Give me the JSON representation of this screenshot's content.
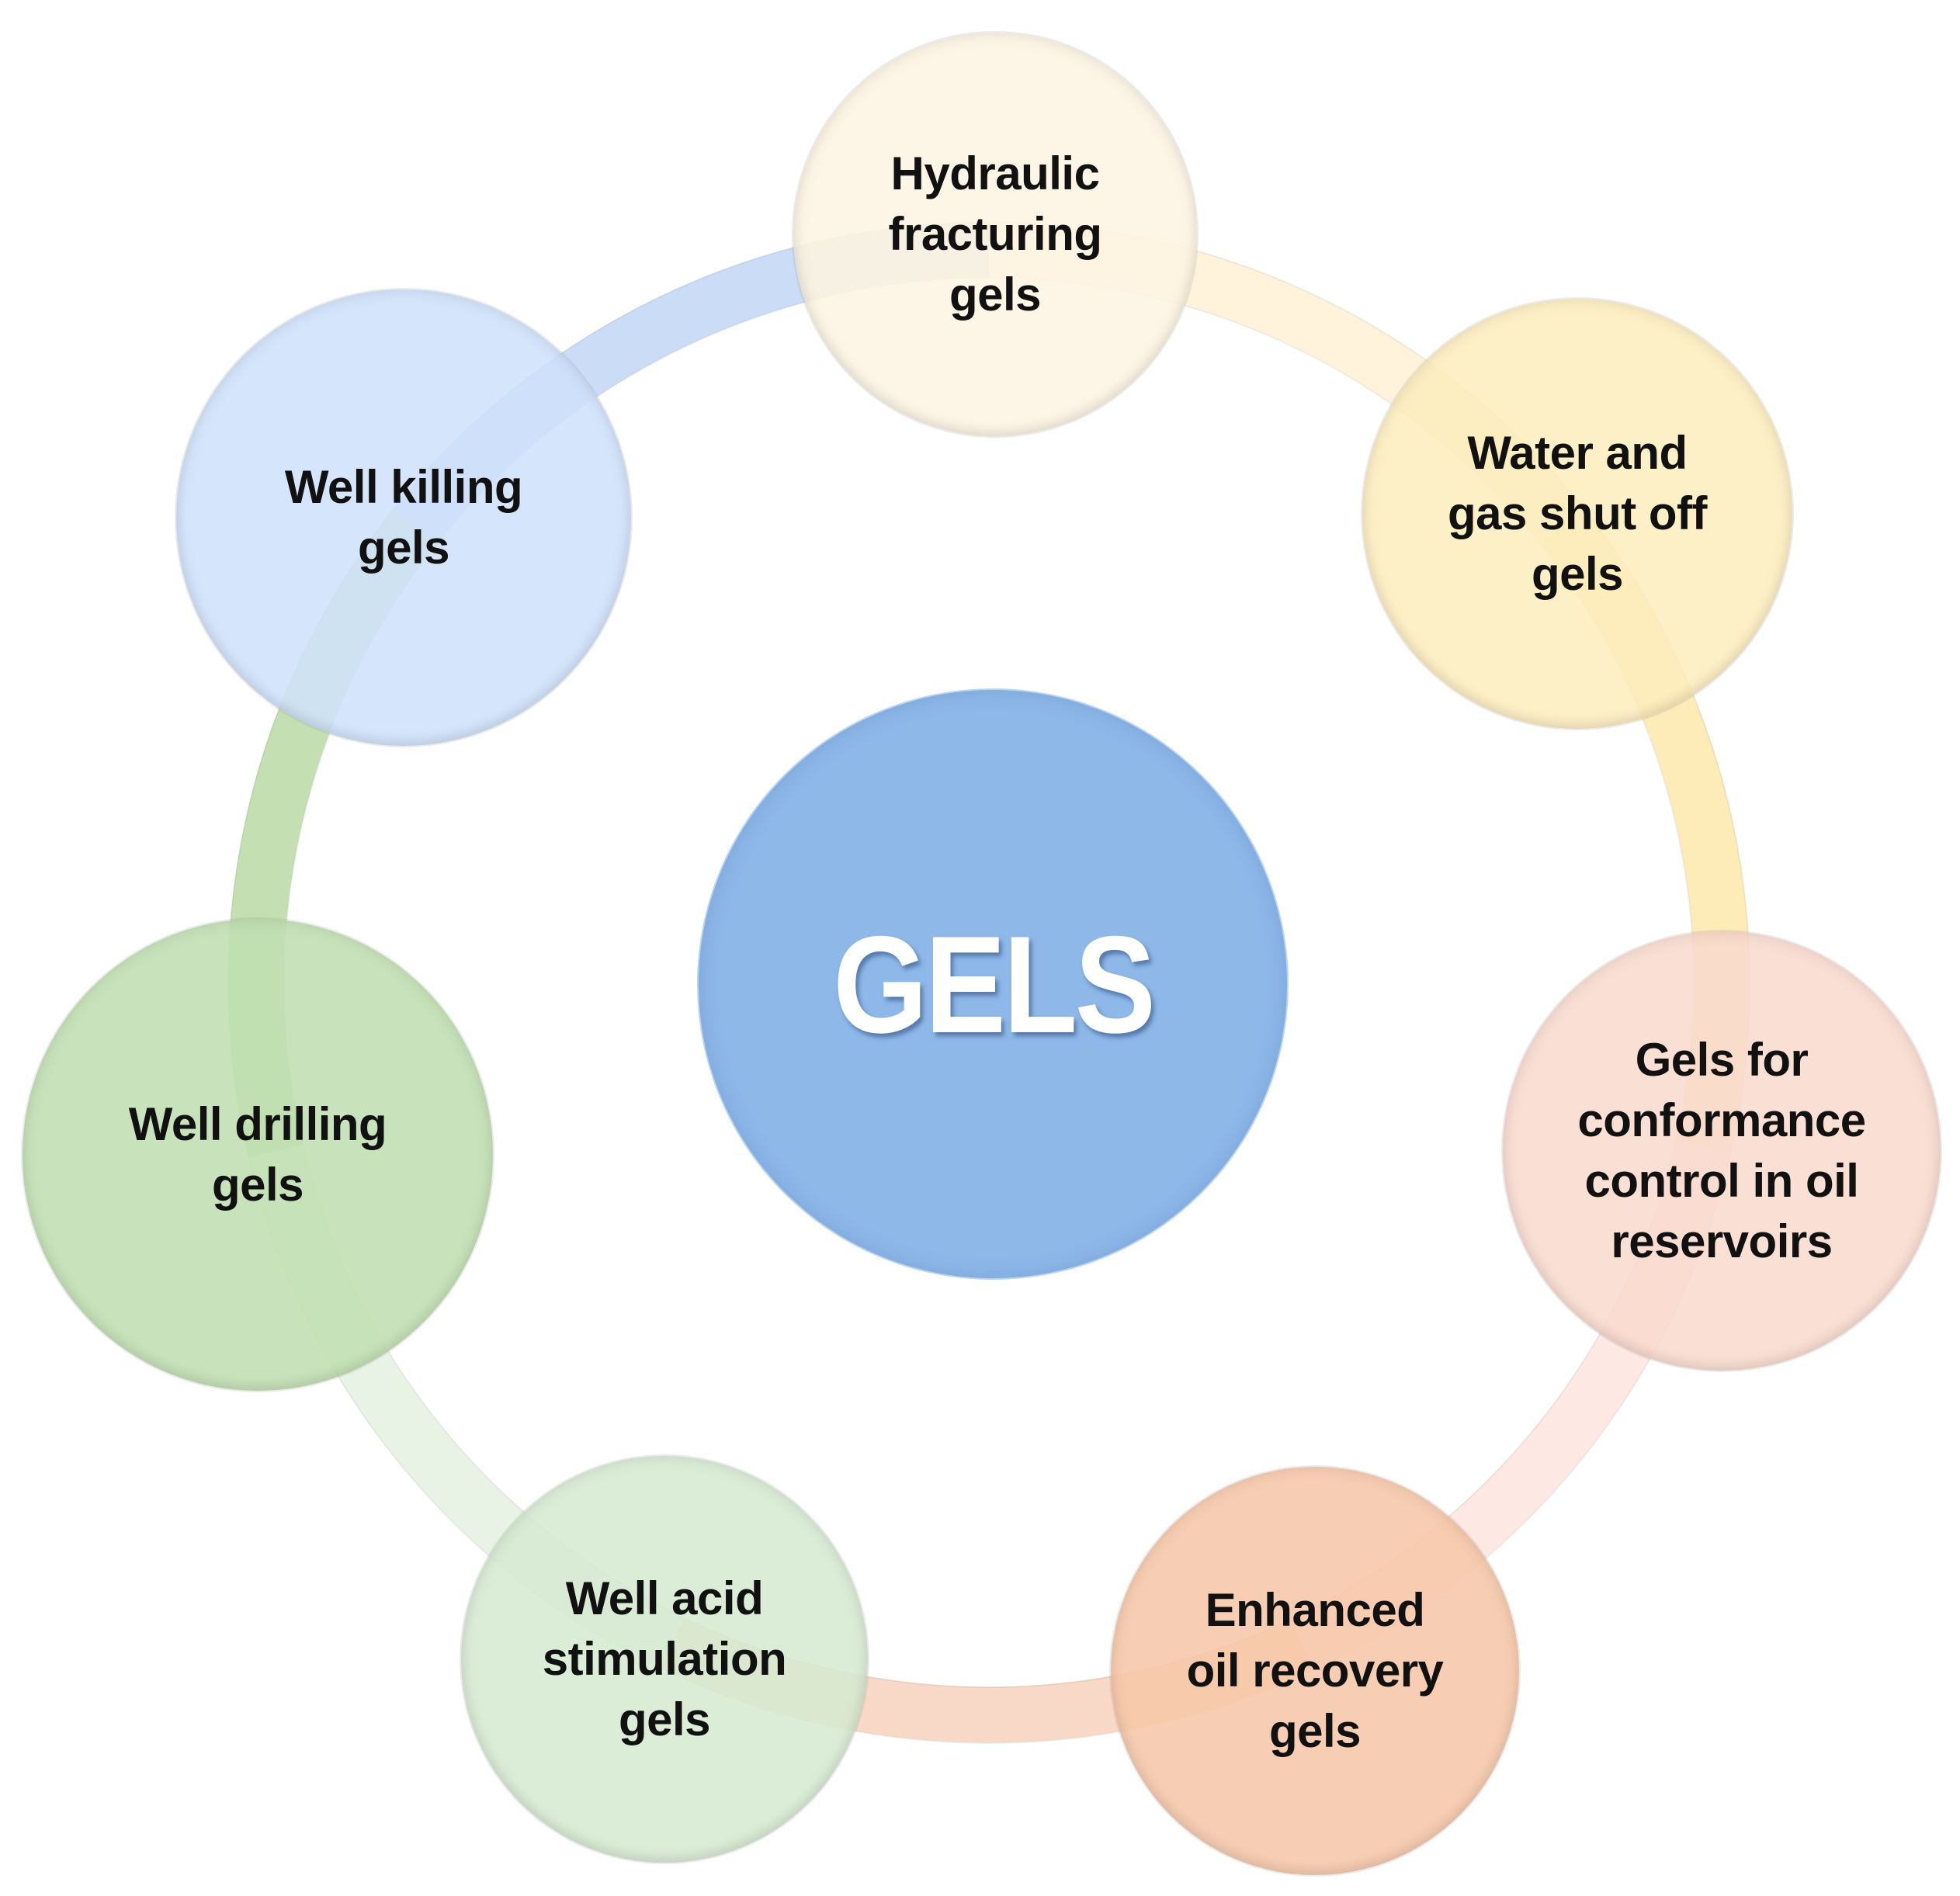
{
  "diagram": {
    "type": "radial-cycle",
    "center": {
      "label": "GELS",
      "color": "#8db8e8",
      "text_color": "#ffffff"
    },
    "nodes": [
      {
        "id": "hydraulic",
        "label": "Hydraulic\nfracturing\ngels",
        "color": "#fdf4e1"
      },
      {
        "id": "water",
        "label": "Water and\ngas shut off\ngels",
        "color": "#fdeec2"
      },
      {
        "id": "conformance",
        "label": "Gels for\nconformance\ncontrol in oil\nreservoirs",
        "color": "#f9ddd0"
      },
      {
        "id": "enhanced",
        "label": "Enhanced\noil recovery\ngels",
        "color": "#f7caad"
      },
      {
        "id": "acid",
        "label": "Well acid\nstimulation\ngels",
        "color": "#d9ead4"
      },
      {
        "id": "drilling",
        "label": "Well drilling\ngels",
        "color": "#c3e0b6"
      },
      {
        "id": "killing",
        "label": "Well killing\ngels",
        "color": "#d1e2f9"
      }
    ],
    "ring_segments": [
      {
        "from": "hydraulic",
        "to": "water",
        "color": "#fff3dc"
      },
      {
        "from": "water",
        "to": "conformance",
        "color": "#fdebb8"
      },
      {
        "from": "conformance",
        "to": "enhanced",
        "color": "#fde8e4"
      },
      {
        "from": "enhanced",
        "to": "acid",
        "color": "#f8d8c6"
      },
      {
        "from": "acid",
        "to": "drilling",
        "color": "#e8f3e5"
      },
      {
        "from": "drilling",
        "to": "killing",
        "color": "#c4e0b3"
      },
      {
        "from": "killing",
        "to": "hydraulic",
        "color": "#cadcf6"
      }
    ]
  }
}
